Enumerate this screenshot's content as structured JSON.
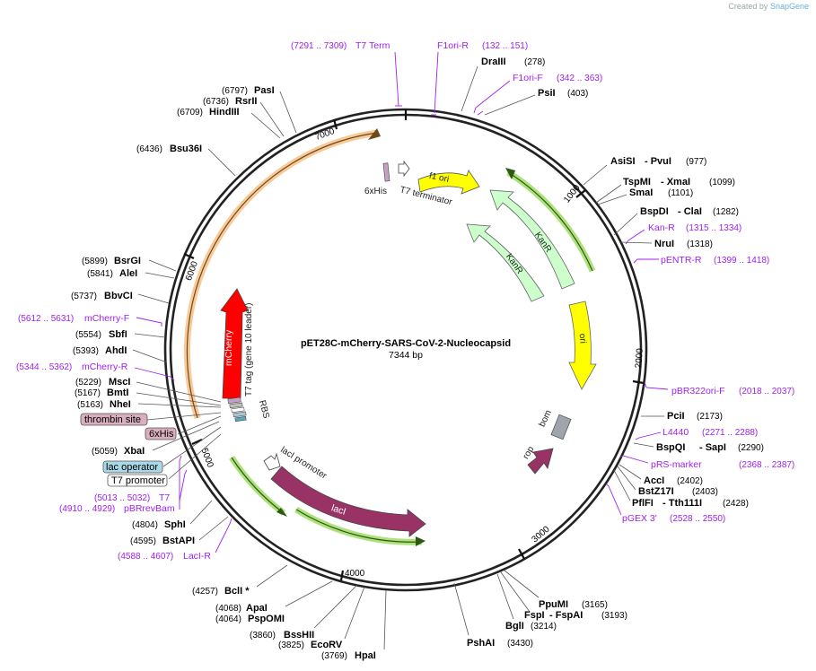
{
  "credit": {
    "prefix": "Created by",
    "brand": "SnapGene"
  },
  "plasmid": {
    "name": "pET28C-mCherry-SARS-CoV-2-Nucleocapsid",
    "length_label": "7344 bp"
  },
  "ticks": [
    "1000",
    "2000",
    "3000",
    "4000",
    "5000",
    "6000",
    "7000"
  ],
  "sites": {
    "DraIII": "DraIII",
    "DraIII_n": "(278)",
    "PsiI": "PsiI",
    "PsiI_n": "(403)",
    "AsiSI": "AsiSI",
    "PvuI": "- PvuI",
    "AsiSI_n": "(977)",
    "TspMI": "TspMI",
    "XmaI": "- XmaI",
    "TspMI_n": "(1099)",
    "SmaI": "SmaI",
    "SmaI_n": "(1101)",
    "BspDI": "BspDI",
    "ClaI": "- ClaI",
    "BspDI_n": "(1282)",
    "NruI": "NruI",
    "NruI_n": "(1318)",
    "PciI": "PciI",
    "PciI_n": "(2173)",
    "BspQI": "BspQI",
    "SapI": "- SapI",
    "BspQI_n": "(2290)",
    "AccI": "AccI",
    "AccI_n": "(2402)",
    "BstZ17I": "BstZ17I",
    "BstZ17I_n": "(2403)",
    "PflFI": "PflFI",
    "Tth111I": "- Tth111I",
    "PflFI_n": "(2428)",
    "PpuMI": "PpuMI",
    "PpuMI_n": "(3165)",
    "FspI": "FspI",
    "FspAI": "- FspAI",
    "FspI_n": "(3193)",
    "BglI": "BglI",
    "BglI_n": "(3214)",
    "PshAI": "PshAI",
    "PshAI_n": "(3430)",
    "HpaI": "HpaI",
    "HpaI_n": "(3769)",
    "EcoRV": "EcoRV",
    "EcoRV_n": "(3825)",
    "BssHII": "BssHII",
    "BssHII_n": "(3860)",
    "PspOMI": "PspOMI",
    "PspOMI_n": "(4064)",
    "ApaI": "ApaI",
    "ApaI_n": "(4068)",
    "BclI": "BclI *",
    "BclI_n": "(4257)",
    "BstAPI": "BstAPI",
    "BstAPI_n": "(4595)",
    "SphI": "SphI",
    "SphI_n": "(4804)",
    "XbaI": "XbaI",
    "XbaI_n": "(5059)",
    "NheI": "NheI",
    "NheI_n": "(5163)",
    "BmtI": "BmtI",
    "BmtI_n": "(5167)",
    "MscI": "MscI",
    "MscI_n": "(5229)",
    "AhdI": "AhdI",
    "AhdI_n": "(5393)",
    "SbfI": "SbfI",
    "SbfI_n": "(5554)",
    "BbvCI": "BbvCI",
    "BbvCI_n": "(5737)",
    "AleI": "AleI",
    "AleI_n": "(5841)",
    "BsrGI": "BsrGI",
    "BsrGI_n": "(5899)",
    "Bsu36I": "Bsu36I",
    "Bsu36I_n": "(6436)",
    "HindIII": "HindIII",
    "HindIII_n": "(6709)",
    "RsrII": "RsrII",
    "RsrII_n": "(6736)",
    "PasI": "PasI",
    "PasI_n": "(6797)"
  },
  "primers": {
    "T7Term": "T7 Term",
    "T7Term_r": "(7291 .. 7309)",
    "F1oriR": "F1ori-R",
    "F1oriR_r": "(132 .. 151)",
    "F1oriF": "F1ori-F",
    "F1oriF_r": "(342 .. 363)",
    "KanR": "Kan-R",
    "KanR_r": "(1315 .. 1334)",
    "pENTRR": "pENTR-R",
    "pENTRR_r": "(1399 .. 1418)",
    "pBR322": "pBR322ori-F",
    "pBR322_r": "(2018 .. 2037)",
    "L4440": "L4440",
    "L4440_r": "(2271 .. 2288)",
    "pRS": "pRS-marker",
    "pRS_r": "(2368 .. 2387)",
    "pGEX": "pGEX 3'",
    "pGEX_r": "(2528 .. 2550)",
    "LacIR": "LacI-R",
    "LacIR_r": "(4588 .. 4607)",
    "T7": "T7",
    "T7_r": "(5013 .. 5032)",
    "pBRrev": "pBRrevBam",
    "pBRrev_r": "(4910 .. 4929)",
    "mCherryR": "mCherry-R",
    "mCherryR_r": "(5344 .. 5362)",
    "mCherryF": "mCherry-F",
    "mCherryF_r": "(5612 .. 5631)"
  },
  "boxed_features": {
    "thrombin": "thrombin site",
    "sixhis": "6xHis",
    "lacop": "lac operator",
    "t7prom": "T7 promoter"
  },
  "features": {
    "f1ori": "f1 ori",
    "t7term": "T7 terminator",
    "sixhis": "6xHis",
    "kanr1": "KanR",
    "kanr2": "KanR",
    "ori": "ori",
    "bom": "bom",
    "rop": "rop",
    "laci": "lacI",
    "laciprom": "lacI promoter",
    "mcherry": "mCherry",
    "t7tag": "T7 tag (gene 10 leader)",
    "rbs": "RBS"
  },
  "colors": {
    "backbone": "#222222",
    "primer": "#a020f0",
    "ori": "#ffff00",
    "kanr": "#ccffcc",
    "laci": "#993366",
    "mcherry": "#ff0000",
    "orange_arc": "#f6b26b",
    "green_arc": "#9ad85b",
    "bom": "#a0a4ac"
  }
}
